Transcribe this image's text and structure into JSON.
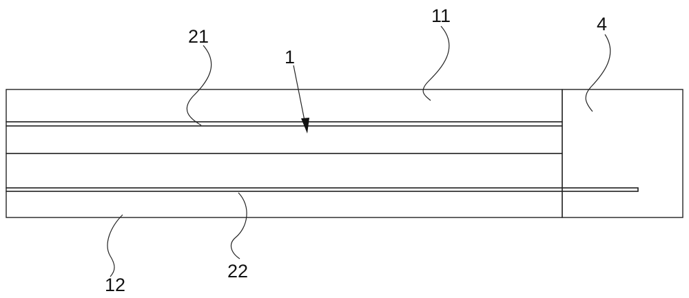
{
  "labels": {
    "part_1": "1",
    "part_4": "4",
    "part_11": "11",
    "part_12": "12",
    "part_21": "21",
    "part_22": "22"
  },
  "colors": {
    "line": "#222222",
    "background": "#ffffff"
  }
}
